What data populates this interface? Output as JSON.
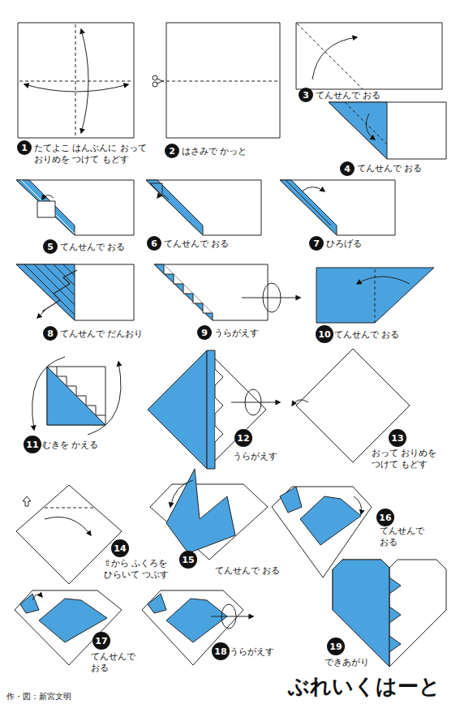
{
  "diagram": {
    "title": "ぶれいくはーと",
    "nodes": [
      {
        "text": [
          "1"
        ]
      },
      {
        "text": [
          "2"
        ]
      },
      {
        "text": [
          "3"
        ]
      },
      {
        "text": [
          "4"
        ]
      },
      {
        "text": [
          "5"
        ]
      },
      {
        "text": [
          "6"
        ]
      },
      {
        "text": [
          "7"
        ]
      },
      {
        "text": [
          "8"
        ]
      },
      {
        "text": [
          "9"
        ]
      },
      {
        "text": [
          "10"
        ]
      },
      {
        "text": [
          "11"
        ]
      },
      {
        "text": [
          "12"
        ]
      },
      {
        "text": [
          "13"
        ]
      },
      {
        "text": [
          "14"
        ]
      },
      {
        "text": [
          "15"
        ]
      },
      {
        "text": [
          "16"
        ]
      },
      {
        "text": [
          "17"
        ]
      },
      {
        "text": [
          "18"
        ]
      },
      {
        "text": [
          "19"
        ]
      }
    ],
    "labels": [
      "たてよこ はんぶんに おって おりめを つけて もどす",
      "はさみで かっと",
      "てんせんで おる",
      "てんせんで おる",
      "てんせんで おる",
      "てんせんで おる",
      "ひろげる",
      "てんせんで だんおり",
      "うらがえす",
      "てんせんで おる",
      "むきを かえる",
      "うらがえす",
      "おって おりめを つけて もどす",
      "⇧から ふくろを ひらいて つぶす",
      "てんせんで おる",
      "てんせんで おる",
      "てんせんで おる",
      "うらがえす",
      "できあがり",
      "作・図：新宮文明"
    ]
  }
}
